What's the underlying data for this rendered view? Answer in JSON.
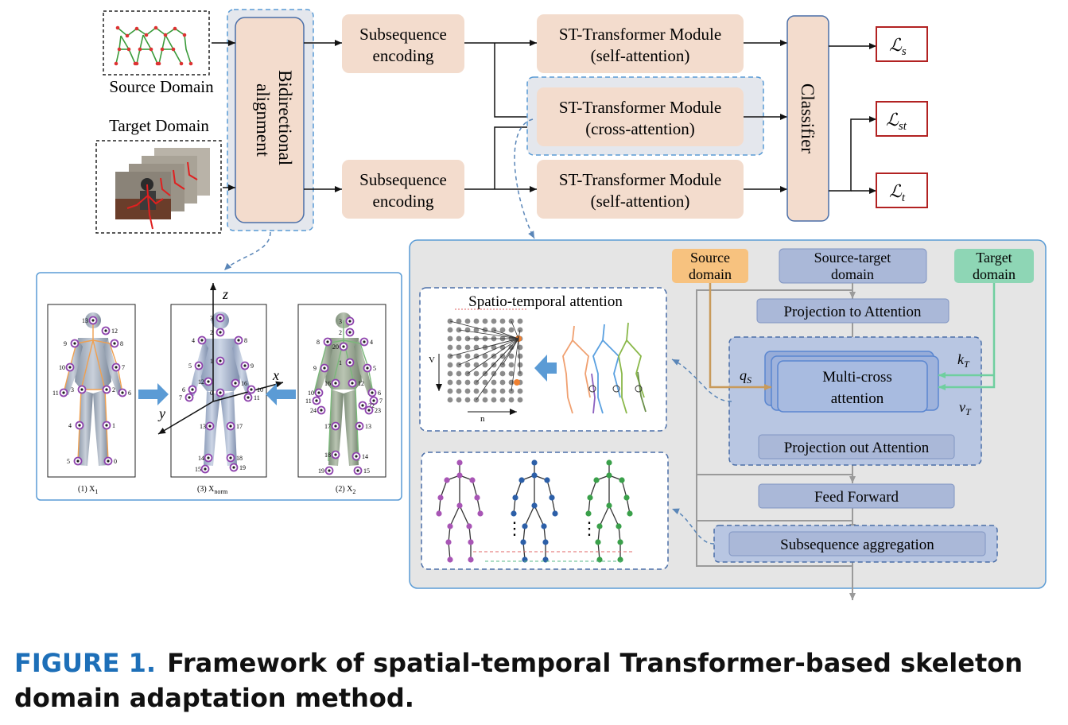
{
  "colors": {
    "module_fill": "#f3dccd",
    "module_stroke": "#c9a894",
    "panel_blue": "#5a9bd5",
    "dark_blue_box": "#aab8d8",
    "source_orange": "#f7c27f",
    "target_green": "#8ed6b5",
    "loss_red": "#b22222",
    "caption_blue": "#1d6fb8"
  },
  "inputs": {
    "source_label": "Source Domain",
    "target_label": "Target Domain"
  },
  "alignment": {
    "label_line1": "Bidirectional",
    "label_line2": "alignment"
  },
  "encoders": [
    {
      "line1": "Subsequence",
      "line2": "encoding"
    },
    {
      "line1": "Subsequence",
      "line2": "encoding"
    }
  ],
  "st_modules": [
    {
      "line1": "ST-Transformer  Module",
      "line2": "(self-attention)"
    },
    {
      "line1": "ST-Transformer  Module",
      "line2": "(cross-attention)"
    },
    {
      "line1": "ST-Transformer  Module",
      "line2": "(self-attention)"
    }
  ],
  "classifier": {
    "label": "Classifier"
  },
  "losses": [
    {
      "main": "ℒ",
      "sub": "s"
    },
    {
      "main": "ℒ",
      "sub": "st"
    },
    {
      "main": "ℒ",
      "sub": "t"
    }
  ],
  "skeleton_panel": {
    "axes": {
      "z": "z",
      "x": "x",
      "y": "y"
    },
    "captions": [
      "(1) X",
      "(3) X",
      "(2) X"
    ],
    "caption_subs": [
      "1",
      "norm",
      "2"
    ],
    "figure1_joints": [
      "13",
      "12",
      "9",
      "8",
      "10",
      "7",
      "11",
      "3",
      "2",
      "6",
      "4",
      "1",
      "5",
      "0"
    ],
    "figure2_joints": [
      "3",
      "2",
      "4",
      "8",
      "1",
      "5",
      "9",
      "0",
      "16",
      "12",
      "6",
      "10",
      "7",
      "11",
      "13",
      "17",
      "14",
      "18",
      "15",
      "19"
    ],
    "figure3_joints": [
      "3",
      "2",
      "8",
      "20",
      "4",
      "1",
      "9",
      "5",
      "16",
      "12",
      "10",
      "6",
      "11",
      "7",
      "24",
      "22",
      "23",
      "17",
      "13",
      "18",
      "14",
      "19",
      "15"
    ]
  },
  "detail_panel": {
    "source_domain": [
      "Source",
      "domain"
    ],
    "source_target_domain": [
      "Source-target",
      "domain"
    ],
    "target_domain": [
      "Target",
      "domain"
    ],
    "projection_to": "Projection to Attention",
    "multi_cross": [
      "Multi-cross",
      "attention"
    ],
    "q_label": {
      "main": "q",
      "sub": "S"
    },
    "k_label": {
      "main": "k",
      "sub": "T"
    },
    "v_label": {
      "main": "v",
      "sub": "T"
    },
    "projection_out": "Projection out Attention",
    "feed_forward": "Feed Forward",
    "subsequence_aggregation": "Subsequence aggregation",
    "spatio_temporal_title": "Spatio-temporal attention",
    "grid_axis_v": "V",
    "grid_axis_n": "n",
    "ellipsis": "⋮"
  },
  "caption": {
    "figure_label": "FIGURE 1.",
    "text": "Framework of spatial-temporal Transformer-based skeleton domain adaptation method."
  }
}
